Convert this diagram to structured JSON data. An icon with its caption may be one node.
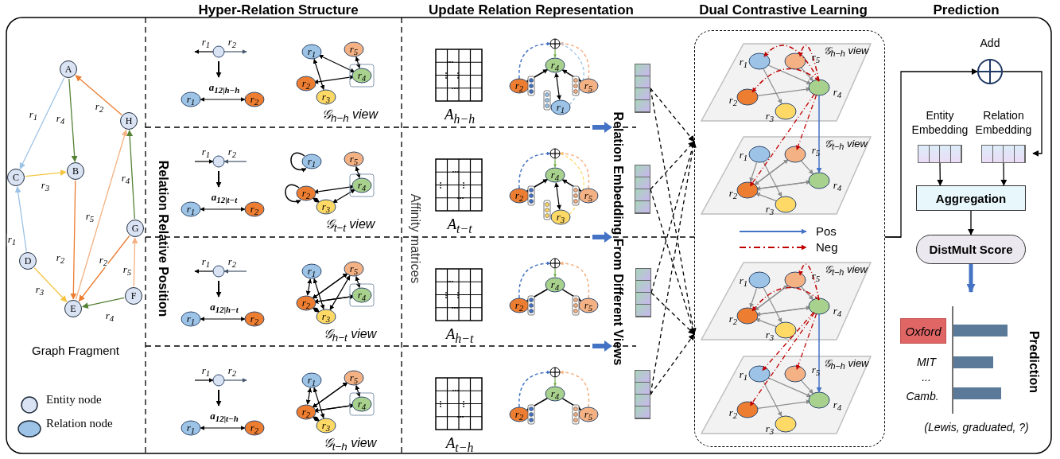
{
  "diagram": {
    "nodes": [
      {
        "text": [
          "A"
        ]
      },
      {
        "text": [
          "H"
        ]
      },
      {
        "text": [
          "C"
        ]
      },
      {
        "text": [
          "B"
        ]
      },
      {
        "text": [
          "G"
        ]
      },
      {
        "text": [
          "D"
        ]
      },
      {
        "text": [
          "F"
        ]
      },
      {
        "text": [
          "E"
        ]
      },
      {
        "text": [],
        "shape": "bar"
      },
      {
        "text": [],
        "shape": "bar"
      },
      {
        "text": [],
        "shape": "bar"
      },
      {
        "text": [],
        "shape": "bar"
      },
      {
        "text": [],
        "shape": "box"
      },
      {
        "text": [
          "Add"
        ]
      },
      {
        "text": [
          "Entity Embedding"
        ]
      },
      {
        "text": [
          "Relation Embedding"
        ]
      },
      {
        "text": [
          "Aggregation"
        ]
      },
      {
        "text": [
          "DistMult Score"
        ]
      },
      {
        "text": [
          "Oxford"
        ]
      }
    ],
    "edges": [
      {
        "from": 0,
        "to": 2,
        "arrow": "to",
        "label": "r$_{1}$",
        "color": "#9dc3e6"
      },
      {
        "from": 0,
        "to": 3,
        "arrow": "to",
        "label": "r$_{4}$",
        "color": "#548235"
      },
      {
        "from": 1,
        "to": 0,
        "arrow": "to",
        "label": "r$_{2}$",
        "color": "#ed7d31"
      },
      {
        "from": 2,
        "to": 3,
        "arrow": "to",
        "label": "r$_{3}$",
        "color": "#f4c542"
      },
      {
        "from": 5,
        "to": 2,
        "arrow": "to",
        "label": "r$_{1}$",
        "color": "#9dc3e6"
      },
      {
        "from": 3,
        "to": 7,
        "arrow": "to",
        "label": "r$_{2}$",
        "color": "#ed7d31"
      },
      {
        "from": 7,
        "to": 1,
        "arrow": "to",
        "label": "r$_{5}$",
        "color": "#f4b183"
      },
      {
        "from": 4,
        "to": 1,
        "arrow": "to",
        "label": "r$_{4}$",
        "color": "#548235"
      },
      {
        "from": 4,
        "to": 7,
        "arrow": "to",
        "label": "r$_{2}$",
        "color": "#ed7d31"
      },
      {
        "from": 5,
        "to": 7,
        "arrow": "to",
        "label": "r$_{3}$",
        "color": "#f4c542"
      },
      {
        "from": 6,
        "to": 4,
        "arrow": "to",
        "label": "r$_{5}$",
        "color": "#f4b183"
      },
      {
        "from": 6,
        "to": 7,
        "arrow": "to",
        "label": "r$_{4}$",
        "color": "#548235"
      },
      {
        "from": 8,
        "to": 12,
        "arrow": "to",
        "style": "dashed"
      },
      {
        "from": 8,
        "to": 12,
        "arrow": "to",
        "style": "dashed"
      },
      {
        "from": 9,
        "to": 12,
        "arrow": "to",
        "style": "dashed"
      },
      {
        "from": 9,
        "to": 12,
        "arrow": "to",
        "style": "dashed"
      },
      {
        "from": 10,
        "to": 12,
        "arrow": "to",
        "style": "dashed"
      },
      {
        "from": 10,
        "to": 12,
        "arrow": "to",
        "style": "dashed"
      },
      {
        "from": 11,
        "to": 12,
        "arrow": "to",
        "style": "dashed"
      },
      {
        "from": 11,
        "to": 12,
        "arrow": "to",
        "style": "dashed"
      },
      {
        "from": 12,
        "to": 13,
        "arrow": "to"
      },
      {
        "from": 13,
        "to": 15,
        "arrow": "to"
      },
      {
        "from": 14,
        "to": 16,
        "arrow": "to"
      },
      {
        "from": 15,
        "to": 16,
        "arrow": "to"
      },
      {
        "from": 16,
        "to": 17,
        "arrow": "to"
      },
      {
        "from": 17,
        "to": null,
        "arrow": "to",
        "style": "thick",
        "color": "#4472c4"
      }
    ],
    "labels": [
      "Hyper-Relation Structure",
      "Update Relation Representation",
      "Dual Contrastive Learning",
      "Prediction",
      "Graph Fragment",
      "Relation Relative Position",
      "Affinity matrices",
      "Relation Embedding From Different Views",
      "r$_{1}$",
      "r$_{2}$",
      "a$_{12|h−h}$",
      "r$_{1}$",
      "r$_{2}$",
      "r$_{1}$",
      "r$_{5}$",
      "r$_{4}$",
      "r$_{2}$",
      "r$_{3}$",
      "𝒢$_{h−h}$ view",
      "A$_{h−h}$",
      "r$_{4}$",
      "r$_{2}$",
      "r$_{5}$",
      "r$_{1}$",
      "r$_{1}$",
      "r$_{2}$",
      "a$_{12|t−t}$",
      "r$_{1}$",
      "r$_{2}$",
      "r$_{1}$",
      "r$_{5}$",
      "r$_{4}$",
      "r$_{2}$",
      "r$_{3}$",
      "𝒢$_{t−t}$ view",
      "A$_{t−t}$",
      "r$_{4}$",
      "r$_{2}$",
      "r$_{5}$",
      "r$_{3}$",
      "r$_{1}$",
      "r$_{2}$",
      "a$_{12|h−t}$",
      "r$_{1}$",
      "r$_{2}$",
      "r$_{1}$",
      "r$_{5}$",
      "r$_{4}$",
      "r$_{2}$",
      "r$_{3}$",
      "𝒢$_{h−t}$ view",
      "A$_{h−t}$",
      "r$_{4}$",
      "r$_{2}$",
      "r$_{5}$",
      "r$_{1}$",
      "r$_{2}$",
      "a$_{12|t−h}$",
      "r$_{1}$",
      "r$_{2}$",
      "r$_{1}$",
      "r$_{5}$",
      "r$_{4}$",
      "r$_{2}$",
      "r$_{3}$",
      "𝒢$_{t−h}$ view",
      "A$_{t−h}$",
      "r$_{4}$",
      "r$_{2}$",
      "r$_{5}$",
      "𝒢$_{h−h}$ view",
      "r$_{1}$",
      "r$_{5}$",
      "r$_{4}$",
      "r$_{2}$",
      "r$_{3}$",
      "𝒢$_{t−h}$ view",
      "r$_{1}$",
      "r$_{5}$",
      "r$_{4}$",
      "r$_{2}$",
      "r$_{3}$",
      "𝒢$_{t−h}$ view",
      "r$_{1}$",
      "r$_{5}$",
      "r$_{4}$",
      "r$_{2}$",
      "r$_{3}$",
      "𝒢$_{h−h}$ view",
      "r$_{1}$",
      "r$_{5}$",
      "r$_{4}$",
      "r$_{2}$",
      "r$_{3}$",
      "MIT",
      "...",
      "Camb.",
      "Prediction",
      "(Lewis, graduated, ?)"
    ],
    "legend": [
      {
        "text": "Entity node"
      },
      {
        "text": "Relation node"
      },
      {
        "text": "Pos"
      },
      {
        "text": "Neg"
      }
    ]
  }
}
